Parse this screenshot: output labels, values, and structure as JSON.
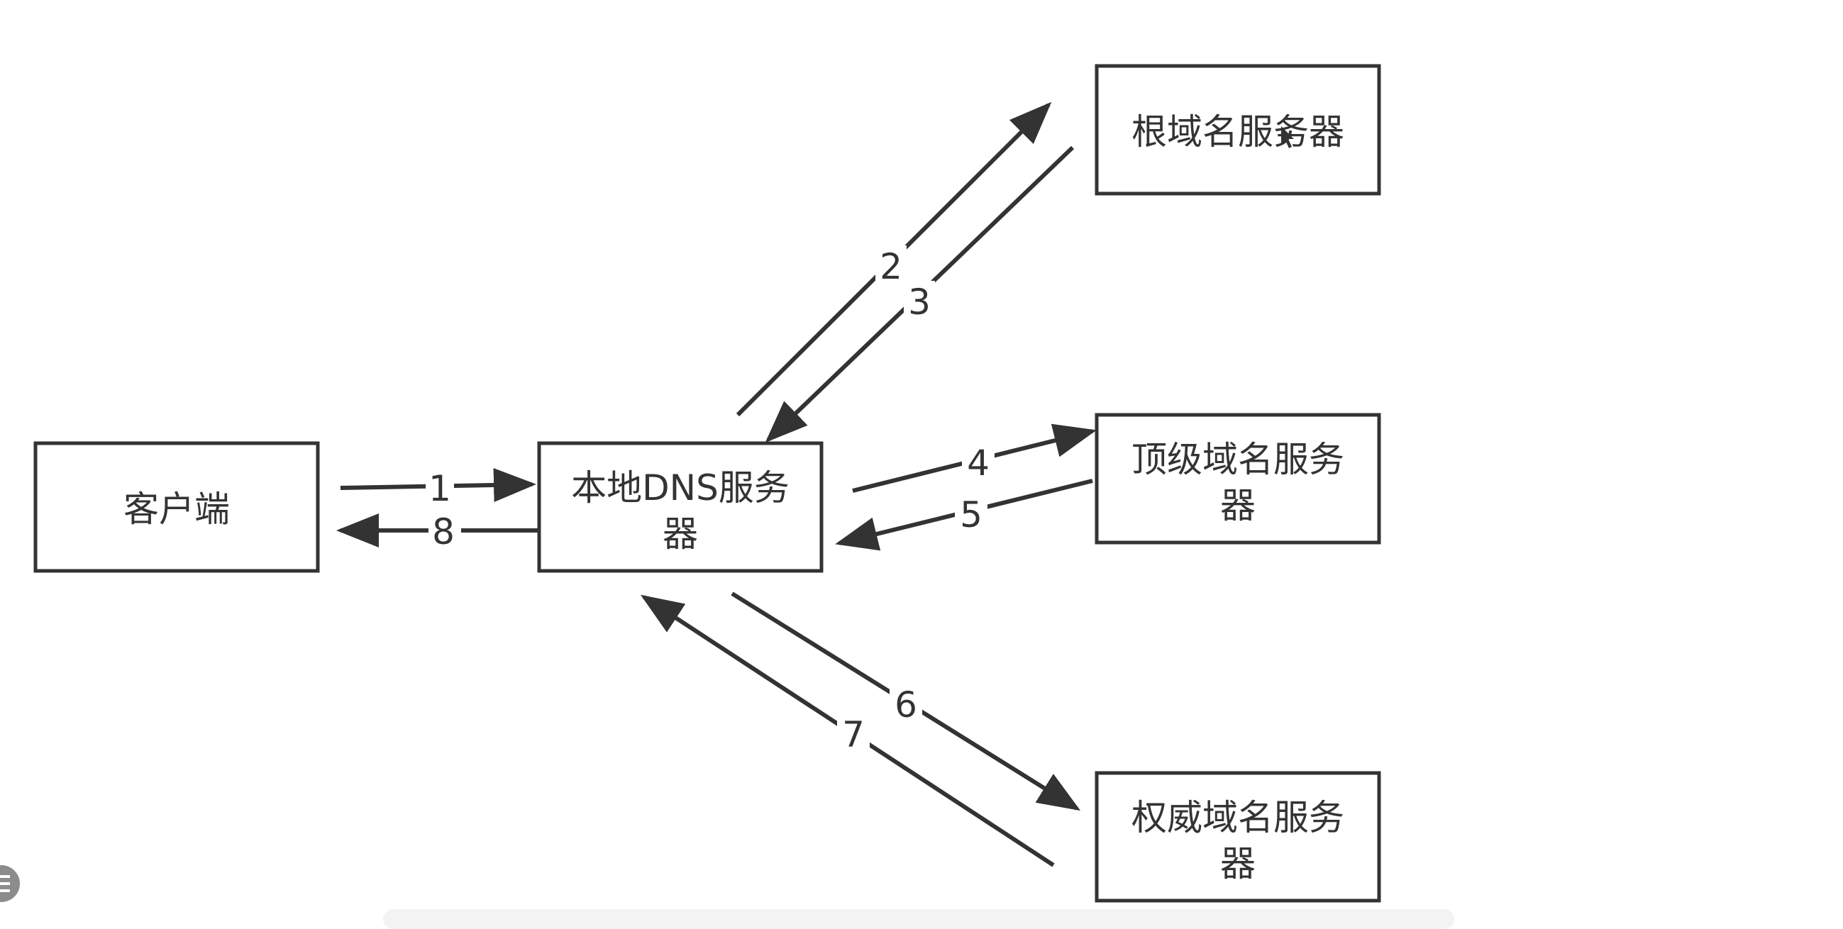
{
  "nodes": {
    "client": {
      "lines": [
        "客户端"
      ]
    },
    "local_dns": {
      "lines": [
        "本地DNS服务",
        "器"
      ]
    },
    "root_dns": {
      "lines": [
        "根域名服务器"
      ]
    },
    "tld_dns": {
      "lines": [
        "顶级域名服务",
        "器"
      ]
    },
    "auth_dns": {
      "lines": [
        "权威域名服务",
        "器"
      ]
    }
  },
  "edges": [
    {
      "label": "1",
      "from": "client",
      "to": "local_dns"
    },
    {
      "label": "2",
      "from": "local_dns",
      "to": "root_dns"
    },
    {
      "label": "3",
      "from": "root_dns",
      "to": "local_dns"
    },
    {
      "label": "4",
      "from": "local_dns",
      "to": "tld_dns"
    },
    {
      "label": "5",
      "from": "tld_dns",
      "to": "local_dns"
    },
    {
      "label": "6",
      "from": "local_dns",
      "to": "auth_dns"
    },
    {
      "label": "7",
      "from": "auth_dns",
      "to": "local_dns"
    },
    {
      "label": "8",
      "from": "local_dns",
      "to": "client"
    }
  ],
  "icons": {
    "corner": "list-icon",
    "pointer": "mouse-cursor-icon"
  },
  "colors": {
    "stroke": "#333333",
    "background": "#ffffff"
  }
}
